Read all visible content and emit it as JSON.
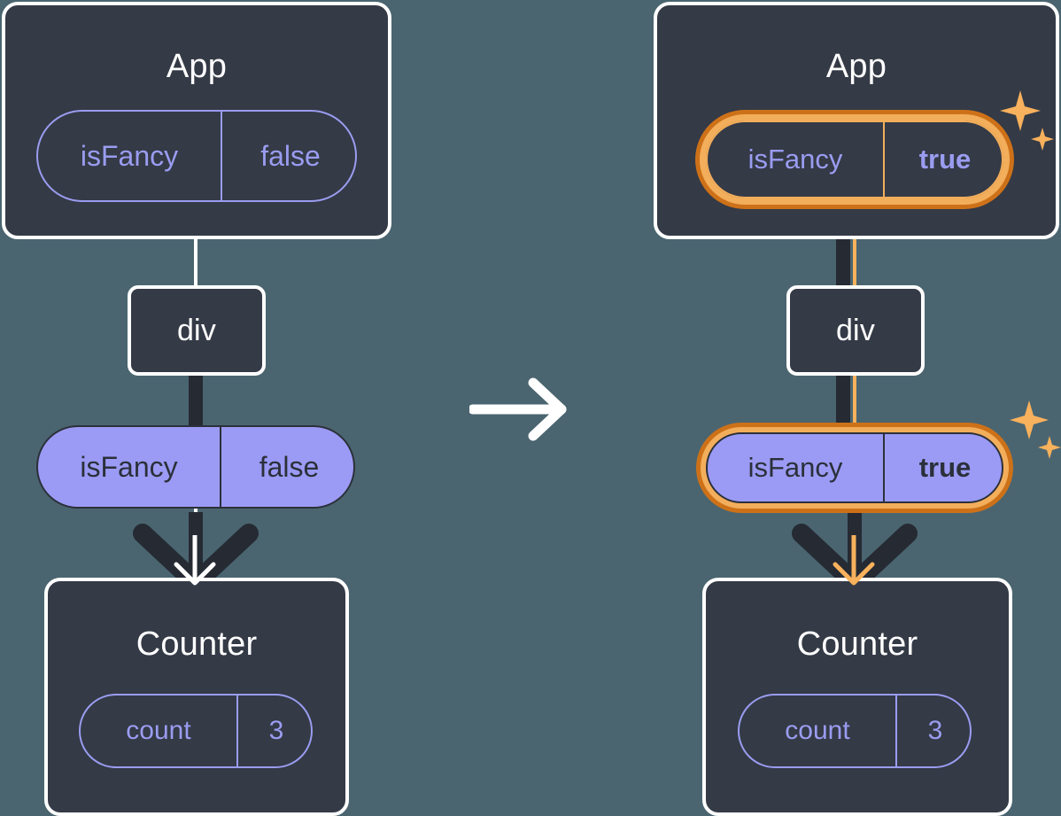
{
  "diagram": {
    "type": "react-state-propagation",
    "background_color": "#4a6570",
    "accent_color": "#f3ae5b",
    "accent_dark_color": "#cd7119",
    "pill_color": "#9b9bf5",
    "box_color": "#343a46",
    "before": {
      "root": {
        "title": "App",
        "state_pill": {
          "name": "isFancy",
          "value": "false",
          "highlighted": false
        }
      },
      "middle": {
        "title": "div"
      },
      "prop_pill": {
        "name": "isFancy",
        "value": "false",
        "highlighted": false
      },
      "child": {
        "title": "Counter",
        "state_pill": {
          "name": "count",
          "value": "3",
          "highlighted": false
        }
      }
    },
    "after": {
      "root": {
        "title": "App",
        "state_pill": {
          "name": "isFancy",
          "value": "true",
          "highlighted": true
        }
      },
      "middle": {
        "title": "div"
      },
      "prop_pill": {
        "name": "isFancy",
        "value": "true",
        "highlighted": true
      },
      "child": {
        "title": "Counter",
        "state_pill": {
          "name": "count",
          "value": "3",
          "highlighted": false
        }
      }
    },
    "transition": {
      "icon": "arrow-right-icon"
    },
    "sparkle_icon": "sparkles-icon"
  }
}
